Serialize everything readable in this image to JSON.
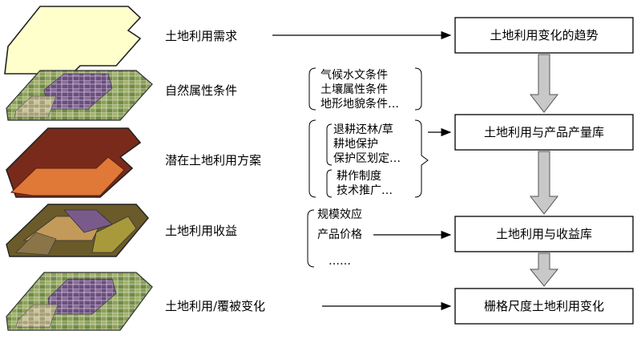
{
  "layers": [
    {
      "label": "土地利用需求"
    },
    {
      "label": "自然属性条件"
    },
    {
      "label": "潜在土地利用方案"
    },
    {
      "label": "土地利用收益"
    },
    {
      "label": "土地利用/覆被变化"
    }
  ],
  "groups": {
    "natural": [
      "气候水文条件",
      "土壤属性条件",
      "地形地貌条件…"
    ],
    "policy": [
      "退耕还林/草",
      "耕地保护",
      "保护区划定…"
    ],
    "farming": [
      "耕作制度",
      "技术推广…"
    ],
    "benefit": [
      "规模效应",
      "产品价格",
      "……"
    ]
  },
  "boxes": [
    {
      "label": "土地利用变化的趋势"
    },
    {
      "label": "土地利用与产品产量库"
    },
    {
      "label": "土地利用与收益库"
    },
    {
      "label": "栅格尺度土地利用变化"
    }
  ],
  "colors": {
    "demand_layer": "#ffffcc",
    "scenario_dark": "#7a2a1a",
    "scenario_light": "#e07838",
    "arrow_fill": "#c8c8c8",
    "box_border": "#000000"
  }
}
